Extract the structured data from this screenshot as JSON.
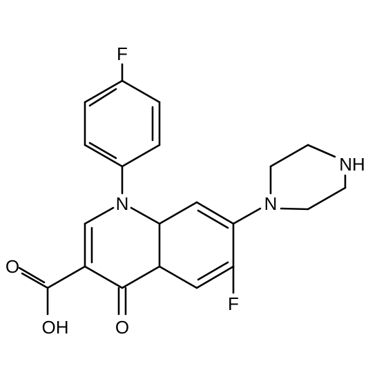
{
  "atoms": {
    "f_top": "F",
    "n1": "N",
    "n_pip": "N",
    "nh": "NH",
    "f_ring": "F",
    "o_keto": "O",
    "oh": "OH",
    "o_acid": "O"
  },
  "colors": {
    "bond": "#000000",
    "label": "#000000",
    "background": "#ffffff"
  }
}
